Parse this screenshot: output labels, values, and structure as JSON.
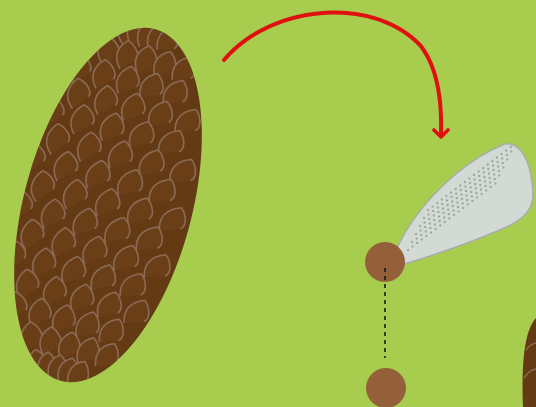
{
  "diagram": {
    "colors": {
      "background": "#a8cd4e",
      "cone_body": "#643a15",
      "cone_scale_outline": "#8a6a55",
      "seed": "#93603a",
      "seed_wing": "#d3d9d4",
      "seed_wing_outline": "#a7aea9",
      "wing_dots": "#9aa29c",
      "arrow": "#e01010",
      "dashed_line": "#1a1a1a"
    },
    "elements": {
      "pine_cone": "pine-cone",
      "arrow": "curved-arrow",
      "winged_seed": "winged-seed",
      "dispersal_line": "dashed-drop-line",
      "landed_seed": "seed-on-ground",
      "partial_cone": "partial-cone-edge"
    }
  }
}
